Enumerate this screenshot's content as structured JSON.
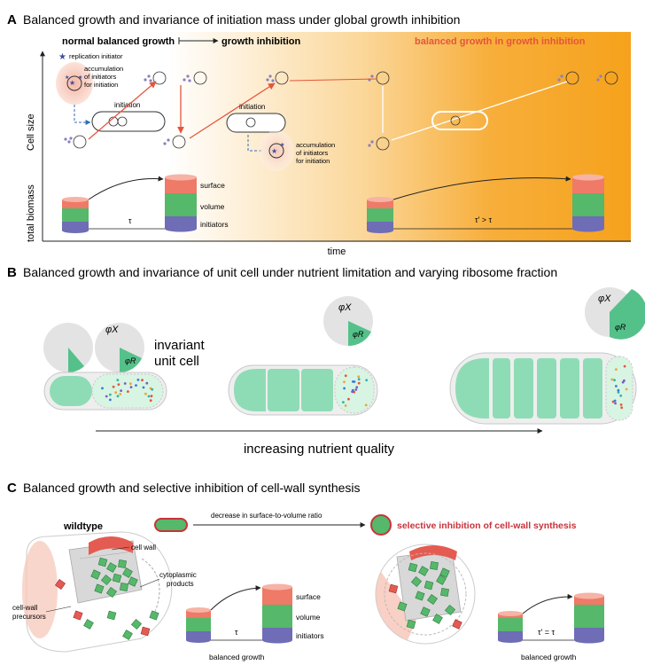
{
  "panelA": {
    "letter": "A",
    "title": "Balanced growth and invariance of initiation mass under global growth inhibition",
    "phase_normal": "normal balanced growth",
    "phase_inhibition": "growth inhibition",
    "phase_balanced_inhibition": "balanced growth in growth inhibition",
    "legend_replication_initiator": "replication initiator",
    "accumulation_line1": "accumulation",
    "accumulation_line2": "of initiators",
    "accumulation_line3": "for initiation",
    "initiation": "initiation",
    "y_cell_size": "Cell size",
    "y_total_biomass": "total biomass",
    "stack_surface": "surface",
    "stack_volume": "volume",
    "stack_initiators": "initiators",
    "tau": "τ",
    "tau_prime": "τ' > τ",
    "x_time": "time"
  },
  "panelB": {
    "letter": "B",
    "title": "Balanced growth and invariance of unit cell under nutrient limitation and varying ribosome fraction",
    "phi_x": "φX",
    "phi_r": "φR",
    "invariant_line1": "invariant",
    "invariant_line2": "unit cell",
    "x_label": "increasing nutrient quality"
  },
  "panelC": {
    "letter": "C",
    "title": "Balanced growth and selective inhibition of cell-wall synthesis",
    "wildtype": "wildtype",
    "decrease_label": "decrease in surface-to-volume ratio",
    "selective_label": "selective inhibition of cell-wall synthesis",
    "cell_wall": "cell wall",
    "cytoplasmic_line1": "cytoplasmic",
    "cytoplasmic_line2": "products",
    "precursors_line1": "cell-wall",
    "precursors_line2": "precursors",
    "stack_surface": "surface",
    "stack_volume": "volume",
    "stack_initiators": "initiators",
    "tau": "τ",
    "tau_equal": "τ' = τ",
    "balanced_growth": "balanced growth"
  },
  "colors": {
    "orange": "#f7a823",
    "red_arrow": "#e5553a",
    "surface": "#ee7a67",
    "volume": "#55b86a",
    "initiators": "#6e6db5",
    "cell_green": "#8edcb5",
    "accent_red": "#c8333a"
  }
}
